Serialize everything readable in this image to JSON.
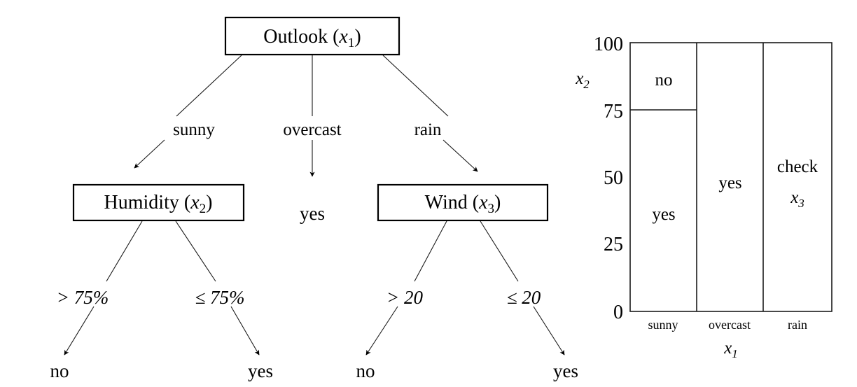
{
  "figure": {
    "kind": "decision-tree-and-partition-diagram"
  },
  "tree": {
    "root": {
      "label_main": "Outlook",
      "label_var": "x",
      "label_sub": "1"
    },
    "root_edges": [
      {
        "label": "sunny"
      },
      {
        "label": "overcast"
      },
      {
        "label": "rain"
      }
    ],
    "level2": [
      {
        "label_main": "Humidity",
        "label_var": "x",
        "label_sub": "2",
        "type": "box"
      },
      {
        "label_main": "yes",
        "type": "leaf"
      },
      {
        "label_main": "Wind",
        "label_var": "x",
        "label_sub": "3",
        "type": "box"
      }
    ],
    "humidity_edges": [
      {
        "label": "> 75%"
      },
      {
        "label": "≤ 75%"
      }
    ],
    "humidity_leaves": [
      {
        "label": "no"
      },
      {
        "label": "yes"
      }
    ],
    "wind_edges": [
      {
        "label": "> 20"
      },
      {
        "label": "≤ 20"
      }
    ],
    "wind_leaves": [
      {
        "label": "no"
      },
      {
        "label": "yes"
      }
    ]
  },
  "chart_data": {
    "type": "heatmap",
    "title": "",
    "xlabel_var": "x",
    "xlabel_sub": "1",
    "ylabel_var": "x",
    "ylabel_sub": "2",
    "xlim": [
      0,
      3
    ],
    "ylim": [
      0,
      100
    ],
    "yticks": [
      "100",
      "75",
      "50",
      "25",
      "0"
    ],
    "ytick_values": [
      100,
      75,
      50,
      25,
      0
    ],
    "categories": [
      "sunny",
      "overcast",
      "rain"
    ],
    "grid": false,
    "legend": "none",
    "regions": [
      {
        "category": "sunny",
        "y_from": 75,
        "y_to": 100,
        "label": "no"
      },
      {
        "category": "sunny",
        "y_from": 0,
        "y_to": 75,
        "label": "yes"
      },
      {
        "category": "overcast",
        "y_from": 0,
        "y_to": 100,
        "label": "yes"
      },
      {
        "category": "rain",
        "y_from": 0,
        "y_to": 100,
        "label": "check",
        "label_var": "x",
        "label_sub": "3"
      }
    ]
  },
  "colors": {
    "stroke": "#000000",
    "line": "#1a1a1a",
    "background": "#ffffff"
  }
}
